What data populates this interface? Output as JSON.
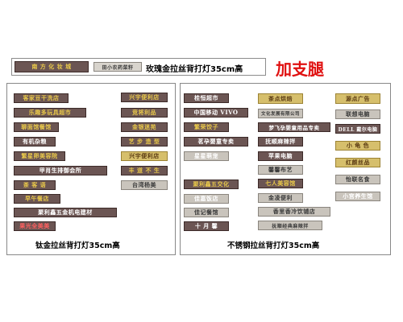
{
  "header": {
    "sample_left": "南 方 化 妆 城",
    "sample_right": "田小农药菜籽",
    "title": "玫瑰金拉丝背打灯35cm高",
    "headline": "加支腿"
  },
  "left_panel": {
    "caption": "钛金拉丝背打灯35cm高",
    "plates_col1": [
      "客家豆干洗店",
      "乐趣多玩具超市",
      "聊面馆餐馆",
      "有机杂粮",
      "繁星卵美容院",
      "甲肖生排御会所",
      "茶 客 语",
      "早午餐店",
      "聚利鑫五金机电建材",
      "果光全美美"
    ],
    "plates_col2": [
      "兴宇便利店",
      "竞将利品",
      "金银迷苑",
      "艺 步 造 型",
      "兴宇便利店",
      "丰 道 不 生",
      "台湾杨美"
    ]
  },
  "right_panel": {
    "caption": "不锈钢拉丝背打灯35cm高",
    "plates_col1": [
      "桂恒超市",
      "中国移动 VIVO",
      "繁荣饺子",
      "茗孕婴童专卖",
      "星星萌宠",
      "聚利鑫五交化",
      "佳嘉饭店",
      "佳记餐馆",
      "十 月 馨"
    ],
    "plates_col2": [
      "茶点烘焙",
      "文化发展有限公司",
      "梦飞孕婴童用品专卖",
      "抚顺麻辣拌",
      "苹果电脑",
      "馨馨布艺",
      "七人美容馆",
      "金凌便利",
      "香里香冷饮铺店",
      "抚顺经典麻辣拌"
    ],
    "plates_col3": [
      "源点广告",
      "联想电脑",
      "DELL 戴尔电脑",
      "小 龟 色",
      "红颜丝品",
      "怡联名食",
      "小宫养生馆"
    ]
  }
}
